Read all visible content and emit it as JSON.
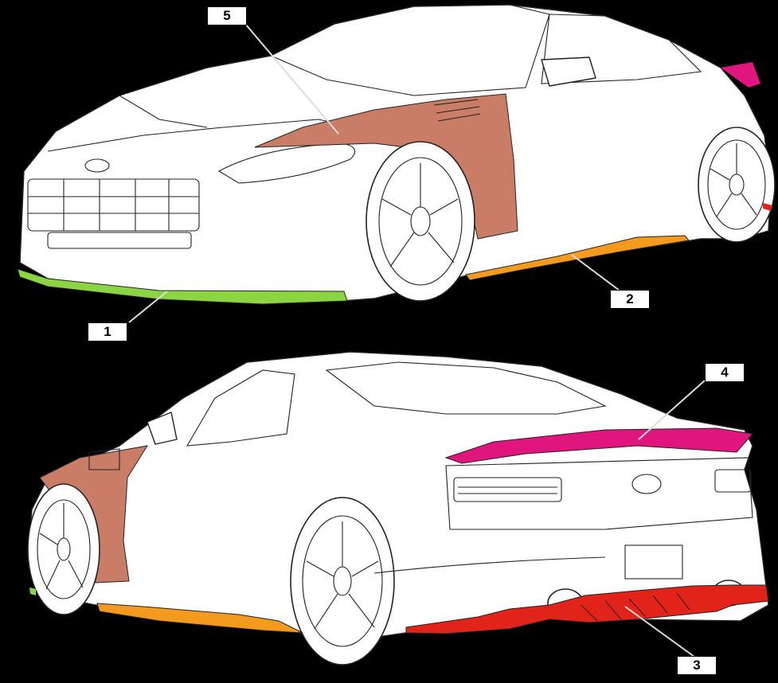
{
  "callouts": [
    {
      "id": "1",
      "label": "1"
    },
    {
      "id": "2",
      "label": "2"
    },
    {
      "id": "3",
      "label": "3"
    },
    {
      "id": "4",
      "label": "4"
    },
    {
      "id": "5",
      "label": "5"
    }
  ],
  "colors": {
    "background": "#000000",
    "front_lip": "#8bd442",
    "side_skirt": "#f49a1e",
    "rear_diffuser": "#e2231a",
    "rear_wing": "#e0157e",
    "fender": "#c97d67",
    "body": "#ffffff"
  }
}
